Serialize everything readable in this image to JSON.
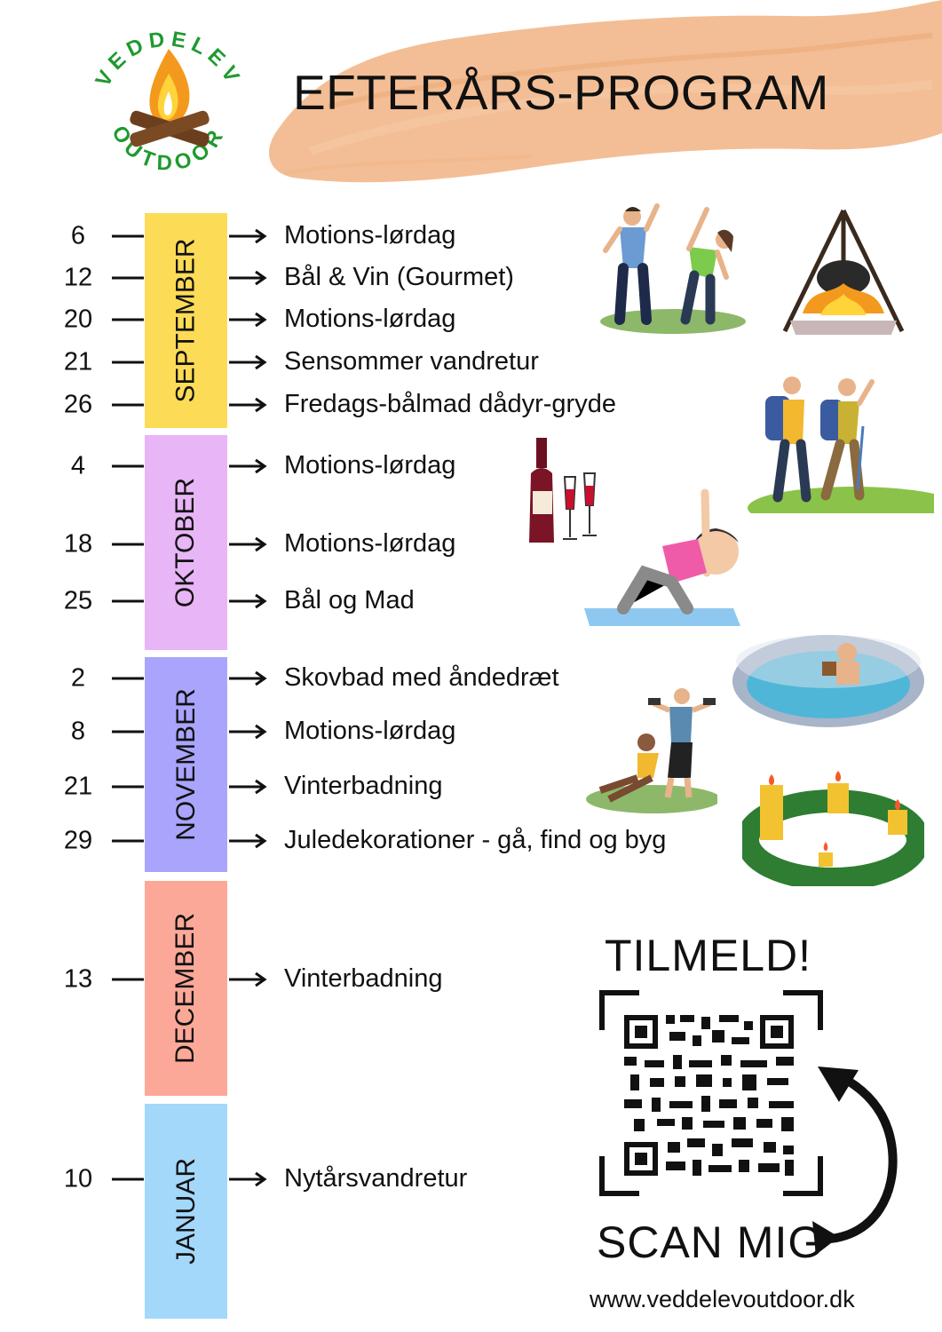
{
  "title": "EFTERÅRS-PROGRAM",
  "logo": {
    "text_top": "VEDDELEV",
    "text_bottom": "OUTDOOR",
    "icon": "campfire-icon"
  },
  "months": [
    {
      "name": "SEPTEMBER",
      "color": "#FCDB57",
      "events": [
        {
          "day": "6",
          "title": "Motions-lørdag"
        },
        {
          "day": "12",
          "title": "Bål & Vin (Gourmet)"
        },
        {
          "day": "20",
          "title": "Motions-lørdag"
        },
        {
          "day": "21",
          "title": "Sensommer vandretur"
        },
        {
          "day": "26",
          "title": "Fredags-bålmad dådyr-gryde"
        }
      ]
    },
    {
      "name": "OKTOBER",
      "color": "#E8B5F7",
      "events": [
        {
          "day": "4",
          "title": "Motions-lørdag"
        },
        {
          "day": "18",
          "title": "Motions-lørdag"
        },
        {
          "day": "25",
          "title": "Bål og Mad"
        }
      ]
    },
    {
      "name": "NOVEMBER",
      "color": "#A9A5FC",
      "events": [
        {
          "day": "2",
          "title": "Skovbad med åndedræt"
        },
        {
          "day": "8",
          "title": "Motions-lørdag"
        },
        {
          "day": "21",
          "title": "Vinterbadning"
        },
        {
          "day": "29",
          "title": "Juledekorationer - gå, find og byg"
        }
      ]
    },
    {
      "name": "DECEMBER",
      "color": "#FCA898",
      "events": [
        {
          "day": "13",
          "title": "Vinterbadning"
        }
      ]
    },
    {
      "name": "JANUAR",
      "color": "#A3D8FB",
      "events": [
        {
          "day": "10",
          "title": "Nytårsvandretur"
        }
      ]
    }
  ],
  "signup": {
    "heading": "TILMELD!",
    "cta": "SCAN MIG",
    "website": "www.veddelevoutdoor.dk"
  },
  "illustrations": [
    "exercise-couple-icon",
    "campfire-cauldron-icon",
    "hikers-icon",
    "wine-bottle-glasses-icon",
    "yoga-icon",
    "winter-bath-icon",
    "fitness-icon",
    "advent-wreath-icon"
  ],
  "colors": {
    "brush": "#F2B78A",
    "logo_green": "#1E9A2E",
    "flame_orange": "#F39A1E",
    "flame_yellow": "#FFD43B",
    "log_brown": "#6B3F1E"
  }
}
